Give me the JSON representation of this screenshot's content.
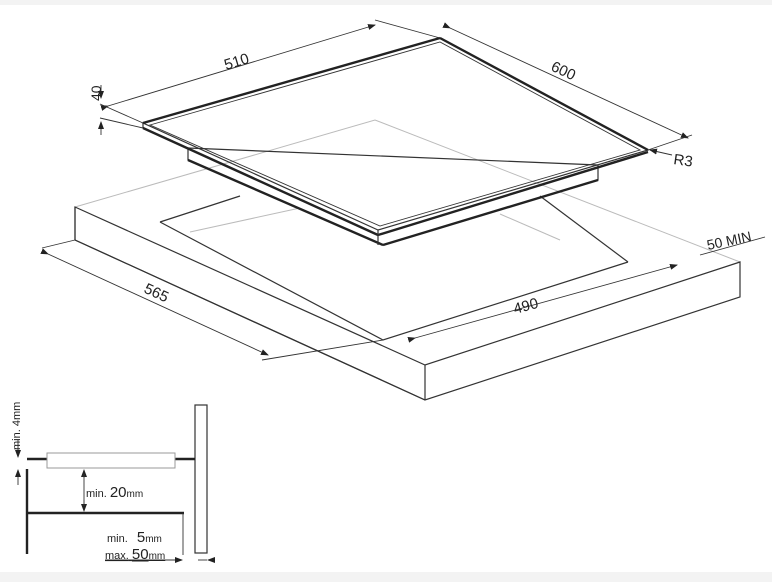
{
  "dimensions": {
    "hob_width": "510",
    "hob_depth": "600",
    "hob_thickness": "40",
    "corner_radius": "R3",
    "cutout_depth": "565",
    "cutout_width": "490",
    "front_clearance": "50 MIN"
  },
  "detail": {
    "top_gap": "min. 4mm",
    "under_clearance_prefix": "min.",
    "under_clearance_value": "20",
    "under_clearance_unit": "mm",
    "wall_min_prefix": "min.",
    "wall_min_value": "5",
    "wall_min_unit": "mm",
    "wall_max_prefix": "max.",
    "wall_max_value": "50",
    "wall_max_unit": "mm"
  }
}
